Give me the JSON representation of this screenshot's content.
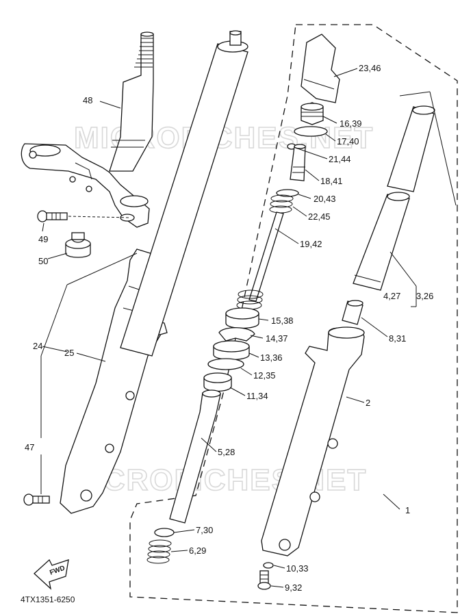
{
  "diagram_code": "4TX1351-6250",
  "watermark": "MICROFICHES.NET",
  "fwd_label": "FWD",
  "callouts": [
    {
      "id": "c-23-46",
      "text": "23,46"
    },
    {
      "id": "c-48",
      "text": "48"
    },
    {
      "id": "c-16-39",
      "text": "16,39"
    },
    {
      "id": "c-17-40",
      "text": "17,40"
    },
    {
      "id": "c-21-44",
      "text": "21,44"
    },
    {
      "id": "c-18-41",
      "text": "18,41"
    },
    {
      "id": "c-20-43",
      "text": "20,43"
    },
    {
      "id": "c-22-45",
      "text": "22,45"
    },
    {
      "id": "c-49",
      "text": "49"
    },
    {
      "id": "c-19-42",
      "text": "19,42"
    },
    {
      "id": "c-50",
      "text": "50"
    },
    {
      "id": "c-4-27",
      "text": "4,27"
    },
    {
      "id": "c-3-26",
      "text": "3,26"
    },
    {
      "id": "c-15-38",
      "text": "15,38"
    },
    {
      "id": "c-14-37",
      "text": "14,37"
    },
    {
      "id": "c-8-31",
      "text": "8,31"
    },
    {
      "id": "c-24",
      "text": "24"
    },
    {
      "id": "c-25",
      "text": "25"
    },
    {
      "id": "c-13-36",
      "text": "13,36"
    },
    {
      "id": "c-12-35",
      "text": "12,35"
    },
    {
      "id": "c-11-34",
      "text": "11,34"
    },
    {
      "id": "c-2",
      "text": "2"
    },
    {
      "id": "c-47",
      "text": "47"
    },
    {
      "id": "c-5-28",
      "text": "5,28"
    },
    {
      "id": "c-1",
      "text": "1"
    },
    {
      "id": "c-7-30",
      "text": "7,30"
    },
    {
      "id": "c-6-29",
      "text": "6,29"
    },
    {
      "id": "c-10-33",
      "text": "10,33"
    },
    {
      "id": "c-9-32",
      "text": "9,32"
    }
  ]
}
